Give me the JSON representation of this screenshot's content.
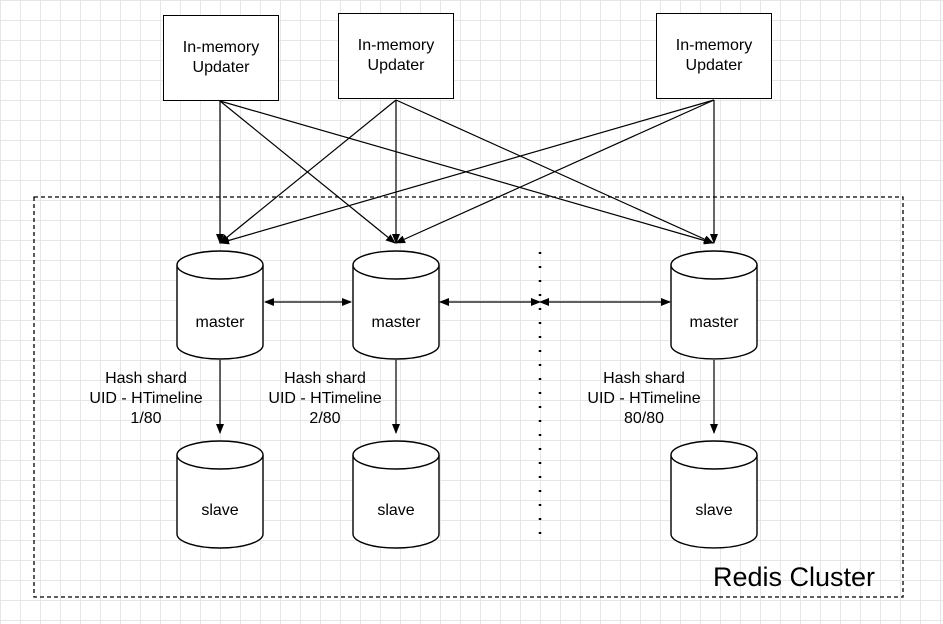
{
  "updaters": [
    {
      "label": "In-memory\nUpdater"
    },
    {
      "label": "In-memory\nUpdater"
    },
    {
      "label": "In-memory\nUpdater"
    }
  ],
  "shards": [
    {
      "master": "master",
      "slave": "slave",
      "line1": "Hash shard",
      "line2": "UID - HTimeline",
      "line3": "1/80"
    },
    {
      "master": "master",
      "slave": "slave",
      "line1": "Hash shard",
      "line2": "UID - HTimeline",
      "line3": "2/80"
    },
    {
      "master": "master",
      "slave": "slave",
      "line1": "Hash shard",
      "line2": "UID - HTimeline",
      "line3": "80/80"
    }
  ],
  "cluster": {
    "title": "Redis Cluster"
  }
}
